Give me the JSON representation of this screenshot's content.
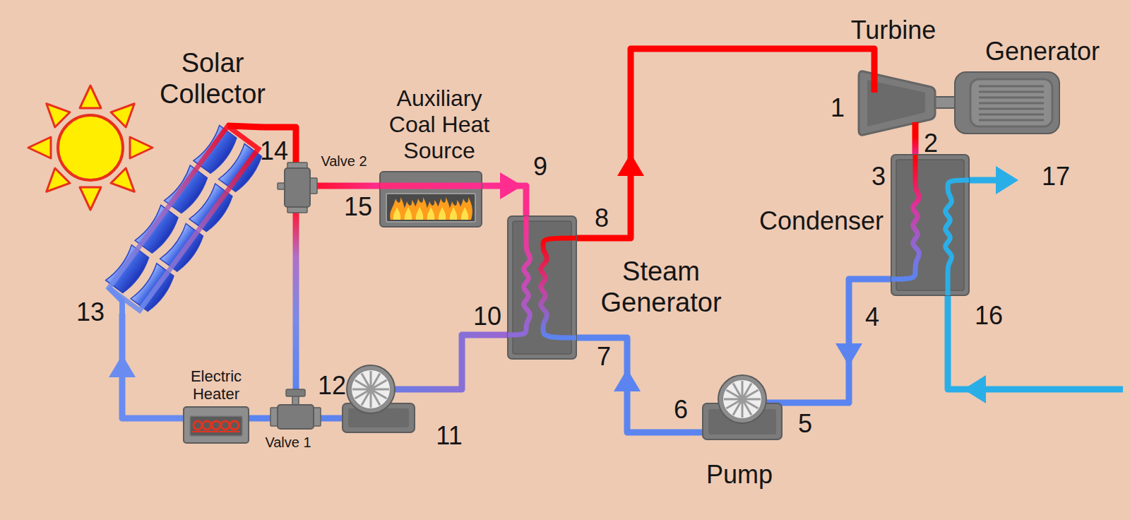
{
  "diagram": {
    "nodes": [
      {
        "text": [
          "Solar Collector"
        ]
      },
      {
        "text": [
          "Auxiliary Coal Heat Source"
        ]
      },
      {
        "text": [
          "Steam Generator"
        ]
      },
      {
        "text": [
          "Turbine"
        ]
      },
      {
        "text": [
          "Generator"
        ]
      },
      {
        "text": [
          "Condenser"
        ]
      },
      {
        "text": [
          "Pump"
        ]
      },
      {
        "text": [
          "Valve 2"
        ]
      },
      {
        "text": [
          "Valve 1"
        ]
      },
      {
        "text": [
          "Electric Heater"
        ]
      }
    ],
    "edges": [
      {
        "from": 2,
        "to": 3,
        "arrow": "to"
      },
      {
        "from": 3,
        "to": 5,
        "arrow": "none"
      },
      {
        "from": 5,
        "to": 6,
        "arrow": "to"
      },
      {
        "from": 6,
        "to": 2,
        "arrow": "to"
      },
      {
        "from": 0,
        "to": 7,
        "arrow": "none"
      },
      {
        "from": 7,
        "to": 1,
        "arrow": "none"
      },
      {
        "from": 1,
        "to": 2,
        "arrow": "to"
      },
      {
        "from": 2,
        "to": 8,
        "arrow": "none"
      },
      {
        "from": 8,
        "to": 9,
        "arrow": "none"
      },
      {
        "from": 9,
        "to": 0,
        "arrow": "to"
      },
      {
        "from": 7,
        "to": 8,
        "arrow": "none"
      }
    ],
    "labels": [
      "1",
      "2",
      "3",
      "4",
      "5",
      "6",
      "7",
      "8",
      "9",
      "10",
      "11",
      "12",
      "13",
      "14",
      "15",
      "16",
      "17"
    ]
  }
}
